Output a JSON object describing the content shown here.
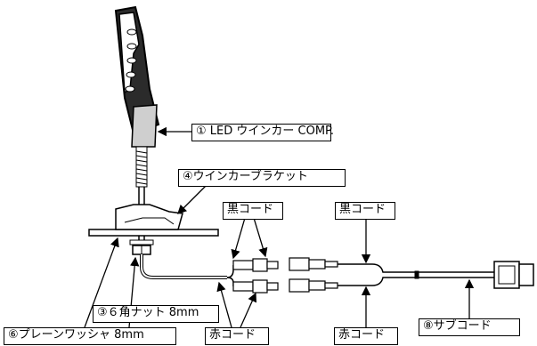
{
  "labels": {
    "led_winker": "① LED ウインカー COMP.",
    "bracket": "④ウインカーブラケット",
    "black_cord_left": "黒コード",
    "black_cord_right": "黒コード",
    "nut": "③６角ナット 8mm",
    "washer": "⑥プレーンワッシャ 8mm",
    "red_cord_left": "赤コード",
    "red_cord_right": "赤コード",
    "sub_cord": "⑧サブコード"
  },
  "colors": {
    "line": "#000000",
    "body_dark": "#2b2b2b",
    "body_light": "#cfcfcf",
    "background": "#ffffff"
  }
}
